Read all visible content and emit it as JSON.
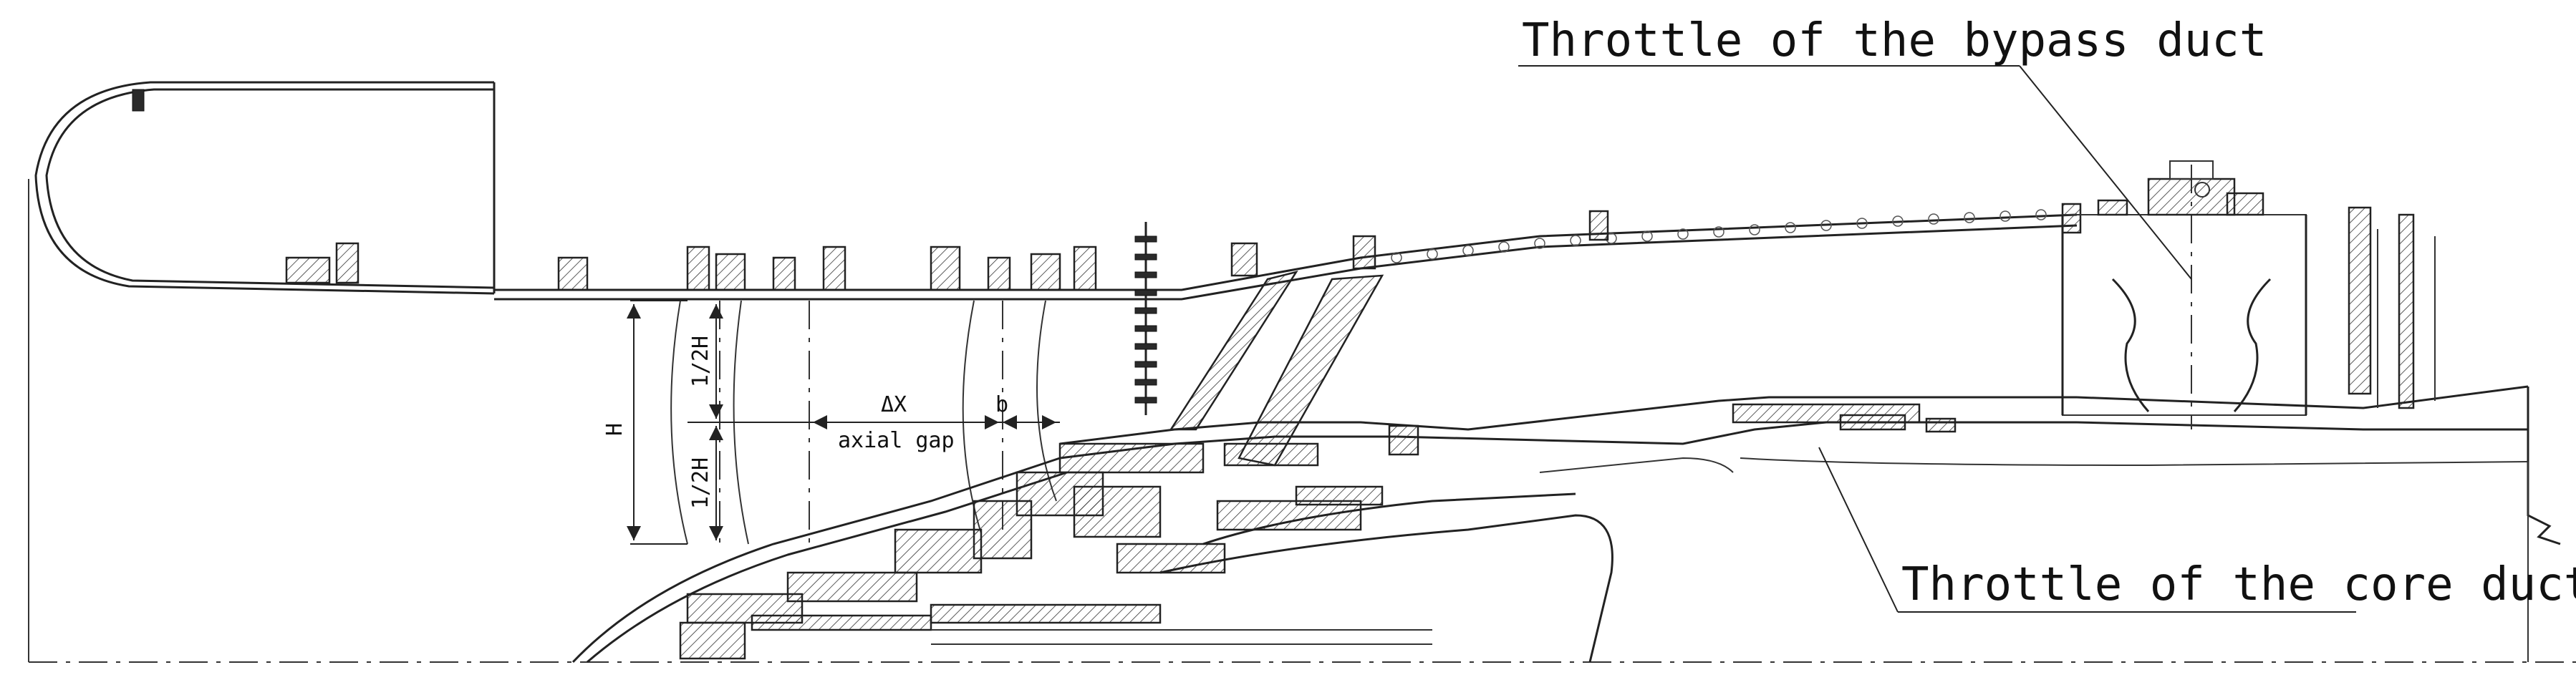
{
  "annotations": {
    "bypass_throttle": "Throttle of the bypass duct",
    "core_throttle": "Throttle of the core duct"
  },
  "dimensions": {
    "height": "H",
    "half_height_upper": "1/2H",
    "half_height_lower": "1/2H",
    "delta_x": "ΔX",
    "axial_gap": "axial gap",
    "blade_chord": "b"
  },
  "colors": {
    "line": "#222222",
    "background": "#ffffff"
  }
}
